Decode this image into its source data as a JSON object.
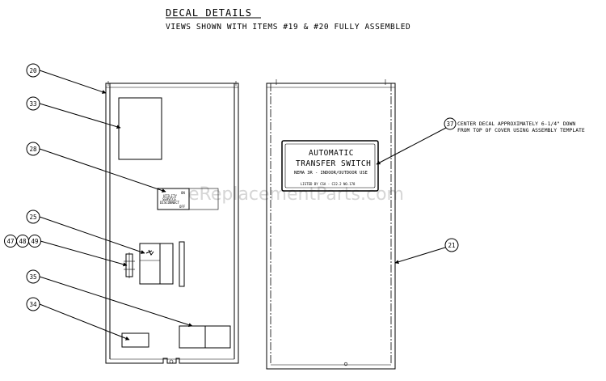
{
  "title": "DECAL DETAILS",
  "subtitle": "VIEWS SHOWN WITH ITEMS #19 & #20 FULLY ASSEMBLED",
  "callouts": {
    "c20": "20",
    "c33": "33",
    "c28": "28",
    "c25": "25",
    "c47": "47",
    "c48": "48",
    "c49": "49",
    "c35": "35",
    "c34": "34",
    "c37": "37",
    "c21": "21"
  },
  "note": {
    "line1": "CENTER DECAL APPROXIMATELY 6-1/4\" DOWN",
    "line2": "FROM TOP OF COVER USING ASSEMBLY TEMPLATE"
  },
  "decal": {
    "line1": "AUTOMATIC",
    "line2": "TRANSFER SWITCH",
    "line3": "NEMA 3R - INDOOR/OUTDOOR USE",
    "line4": "LISTED BY CSA - C22.2 NO.178"
  },
  "switch_label": {
    "on": "ON",
    "off": "OFF",
    "text1": "UTILITY",
    "text2": "SERVICE",
    "text3": "DISCONNECT"
  },
  "watermark": "eReplacementParts.com"
}
